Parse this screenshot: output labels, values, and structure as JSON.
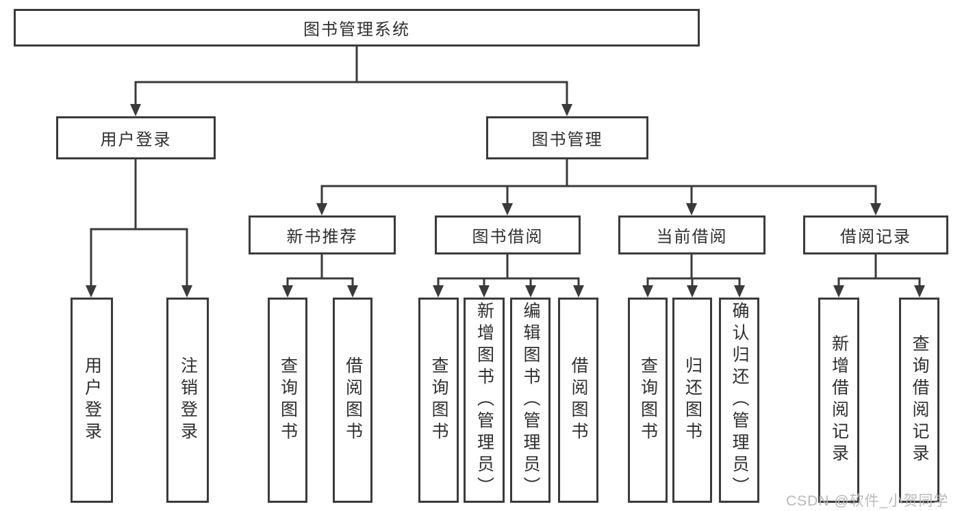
{
  "diagram": {
    "root": "图书管理系统",
    "user_login": {
      "label": "用户登录",
      "children": [
        "用户登录",
        "注销登录"
      ]
    },
    "book_management": {
      "label": "图书管理",
      "children": [
        {
          "label": "新书推荐",
          "children": [
            "查询图书",
            "借阅图书"
          ]
        },
        {
          "label": "图书借阅",
          "children": [
            "查询图书",
            "新增图书（管理员）",
            "编辑图书（管理员）",
            "借阅图书"
          ]
        },
        {
          "label": "当前借阅",
          "children": [
            "查询图书",
            "归还图书",
            "确认归还（管理员）"
          ]
        },
        {
          "label": "借阅记录",
          "children": [
            "新增借阅记录",
            "查询借阅记录"
          ]
        }
      ]
    }
  },
  "watermark": "CSDN @软件_小贺同学",
  "colors": {
    "line_and_border": "#3a3a3a",
    "text": "#2e2e2e",
    "watermark": "#b9b9b9",
    "background": "#ffffff"
  }
}
